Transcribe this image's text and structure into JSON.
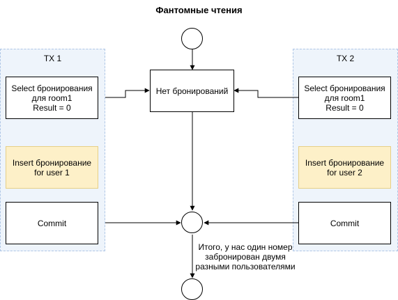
{
  "title": "Фантомные чтения",
  "lanes": {
    "tx1": {
      "label": "TX 1"
    },
    "tx2": {
      "label": "TX 2"
    }
  },
  "nodes": {
    "center_box": "Нет бронирований",
    "tx1_select": "Select бронирования\nдля room1\nResult = 0",
    "tx1_insert": "Insert бронирование\nfor user 1",
    "tx1_commit": "Commit",
    "tx2_select": "Select бронирования\nдля room1\nResult = 0",
    "tx2_insert": "Insert бронирование\nfor user 2",
    "tx2_commit": "Commit"
  },
  "note": "Итого, у нас один номер\nзабронирован двумя\nразными пользователями"
}
